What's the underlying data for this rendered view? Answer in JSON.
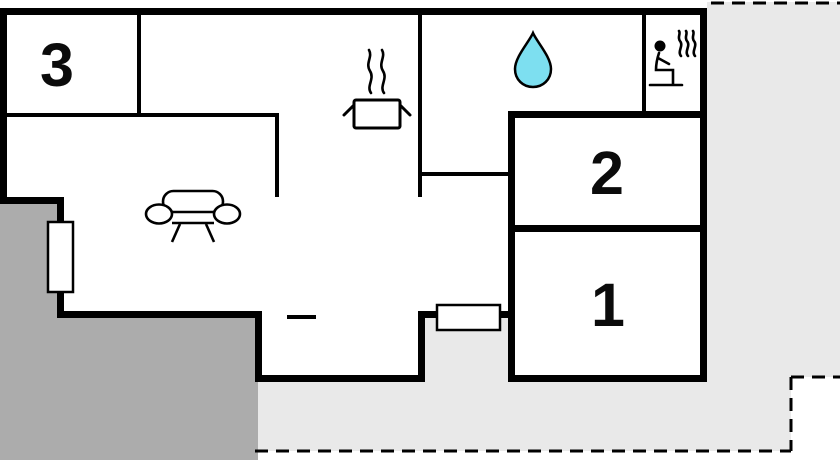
{
  "plan": {
    "title": "holiday-home floor plan",
    "rooms": [
      {
        "id": "bedroom-3",
        "label": "3"
      },
      {
        "id": "bedroom-2",
        "label": "2"
      },
      {
        "id": "bedroom-1",
        "label": "1"
      }
    ],
    "features": {
      "bathroom_icon": "water-drop",
      "sauna_icon": "sauna-person-with-steam",
      "kitchen_icon": "steaming-pot",
      "living_icon": "sofa",
      "entrance_marker": "door-window-rectangle",
      "side_marker": "door-window-rectangle"
    },
    "colors": {
      "walls": "#000000",
      "terrace_fill": "#acacac",
      "patio_fill": "#e9e9e9",
      "interior_fill": "#ffffff",
      "water_drop_fill": "#7ddff0"
    }
  }
}
